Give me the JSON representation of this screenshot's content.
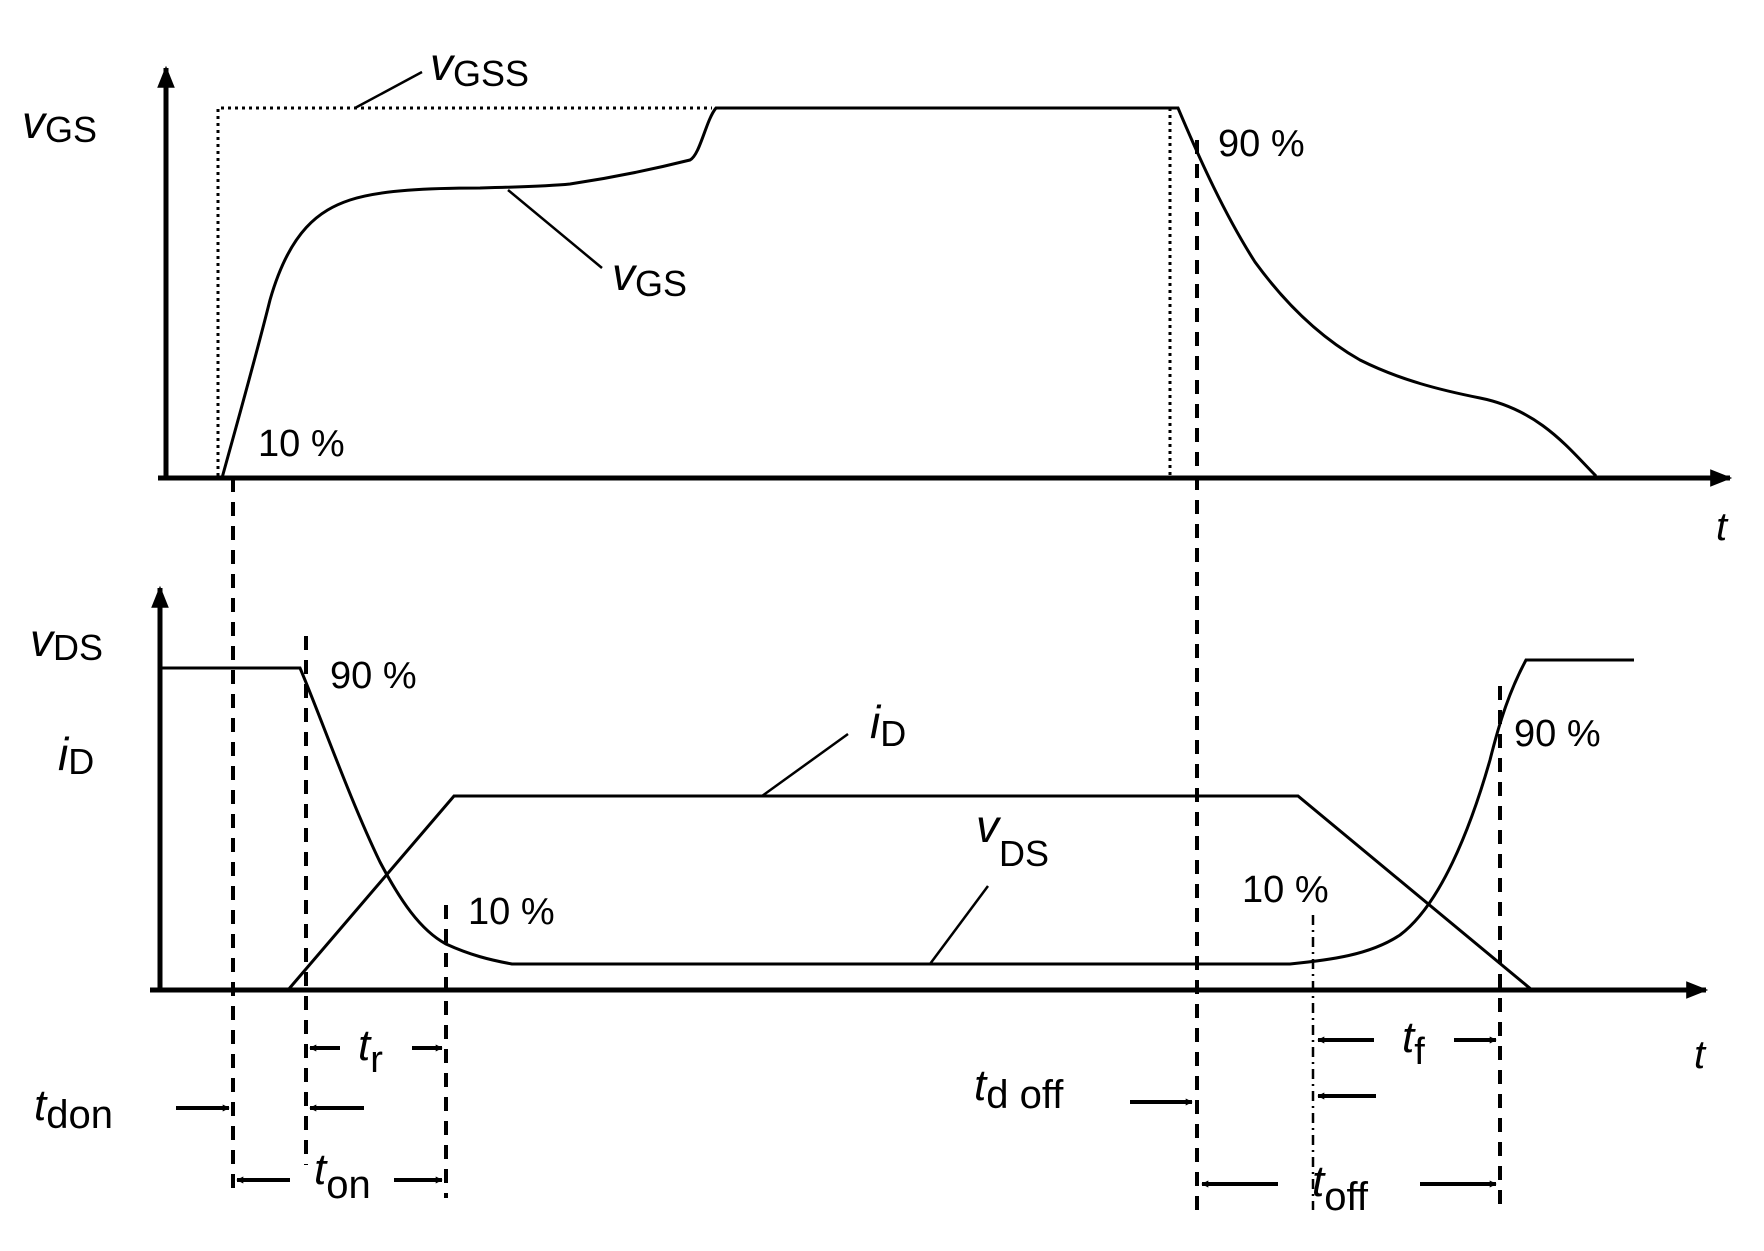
{
  "top_panel": {
    "y_axis_var": "v",
    "y_axis_sub": "GS",
    "x_axis_label": "t",
    "vgss_var": "v",
    "vgss_sub": "GSS",
    "vgs_var": "v",
    "vgs_sub": "GS",
    "pct_10": "10 %",
    "pct_90": "90 %"
  },
  "bottom_panel": {
    "y_axis_var1": "v",
    "y_axis_sub1": "DS",
    "y_axis_var2": "i",
    "y_axis_sub2": "D",
    "x_axis_label": "t",
    "id_var": "i",
    "id_sub": "D",
    "vds_var": "v",
    "vds_sub": "DS",
    "pct_90_on": "90 %",
    "pct_10_on": "10 %",
    "pct_10_off": "10 %",
    "pct_90_off": "90 %"
  },
  "timing": {
    "tr_var": "t",
    "tr_sub": "r",
    "tdon_var": "t",
    "tdon_sub": "don",
    "ton_var": "t",
    "ton_sub": "on",
    "tdoff_var": "t",
    "tdoff_sub": "d off",
    "toff_var": "t",
    "toff_sub": "off",
    "tf_var": "t",
    "tf_sub": "f"
  }
}
